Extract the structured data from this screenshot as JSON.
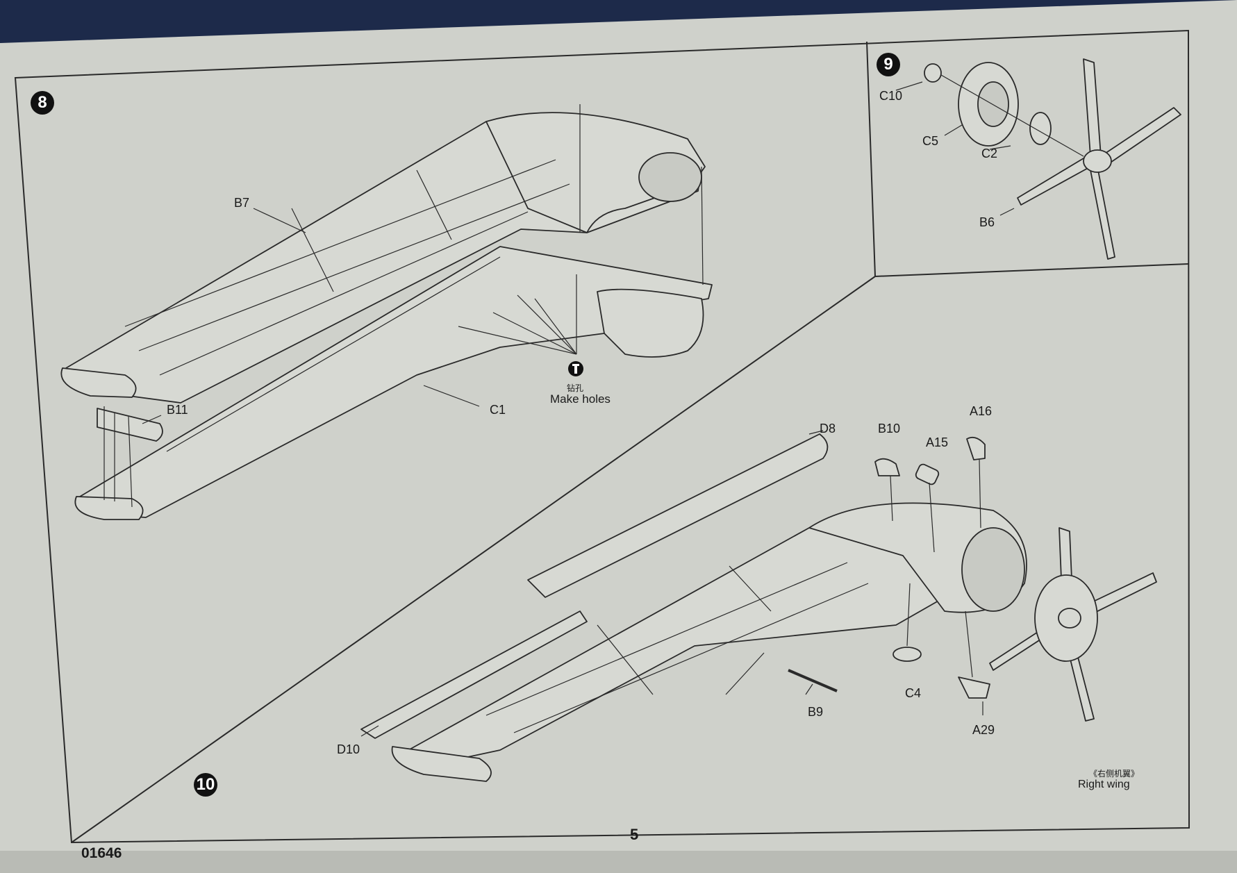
{
  "steps": {
    "step8": "8",
    "step9": "9",
    "step10": "10"
  },
  "parts": {
    "B7": "B7",
    "B11": "B11",
    "C1": "C1",
    "C10": "C10",
    "C5": "C5",
    "C2": "C2",
    "B6": "B6",
    "D8": "D8",
    "B10": "B10",
    "A15": "A15",
    "A16": "A16",
    "C4": "C4",
    "B9": "B9",
    "A29": "A29",
    "D10": "D10"
  },
  "notes": {
    "drill_cn": "钻孔",
    "drill_en": "Make holes",
    "wing_cn": "《右侧机翼》",
    "wing_en": "Right wing"
  },
  "footer": {
    "page_number": "5",
    "kit_number": "01646"
  },
  "colors": {
    "paper": "#cfd1cb",
    "ink": "#2a2a2a",
    "background": "#1d2a4a"
  }
}
